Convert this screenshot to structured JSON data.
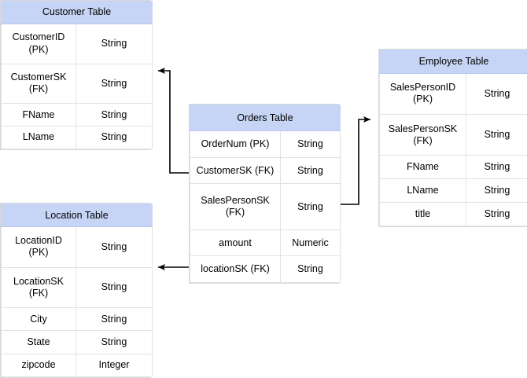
{
  "diagram": {
    "title": "Star schema entity relationship diagram",
    "background_color": "#ffffff",
    "header_fill": "#c6d5f5",
    "border_color": "#d9d9d9",
    "line_color": "#000000"
  },
  "tables": {
    "customer": {
      "title": "Customer Table",
      "rows": [
        {
          "field": "CustomerID (PK)",
          "type": "String"
        },
        {
          "field": "CustomerSK (FK)",
          "type": "String"
        },
        {
          "field": "FName",
          "type": "String"
        },
        {
          "field": "LName",
          "type": "String"
        }
      ]
    },
    "location": {
      "title": "Location Table",
      "rows": [
        {
          "field": "LocationID (PK)",
          "type": "String"
        },
        {
          "field": "LocationSK (FK)",
          "type": "String"
        },
        {
          "field": "City",
          "type": "String"
        },
        {
          "field": "State",
          "type": "String"
        },
        {
          "field": "zipcode",
          "type": "Integer"
        }
      ]
    },
    "orders": {
      "title": "Orders Table",
      "rows": [
        {
          "field": "OrderNum (PK)",
          "type": "String"
        },
        {
          "field": "CustomerSK (FK)",
          "type": "String"
        },
        {
          "field": "SalesPersonSK (FK)",
          "type": "String"
        },
        {
          "field": "amount",
          "type": "Numeric"
        },
        {
          "field": "locationSK (FK)",
          "type": "String"
        }
      ]
    },
    "employee": {
      "title": "Employee Table",
      "rows": [
        {
          "field": "SalesPersonID (PK)",
          "type": "String"
        },
        {
          "field": "SalesPersonSK (FK)",
          "type": "String"
        },
        {
          "field": "FName",
          "type": "String"
        },
        {
          "field": "LName",
          "type": "String"
        },
        {
          "field": "title",
          "type": "String"
        }
      ]
    }
  },
  "relationships": [
    {
      "name": "orders-customer",
      "from": "orders.CustomerSK (FK)",
      "to": "customer.CustomerSK (FK)",
      "arrow_at": "customer"
    },
    {
      "name": "orders-employee",
      "from": "orders.SalesPersonSK (FK)",
      "to": "employee.SalesPersonSK (FK)",
      "arrow_at": "employee"
    },
    {
      "name": "orders-location",
      "from": "orders.locationSK (FK)",
      "to": "location.LocationSK (FK)",
      "arrow_at": "location"
    }
  ]
}
